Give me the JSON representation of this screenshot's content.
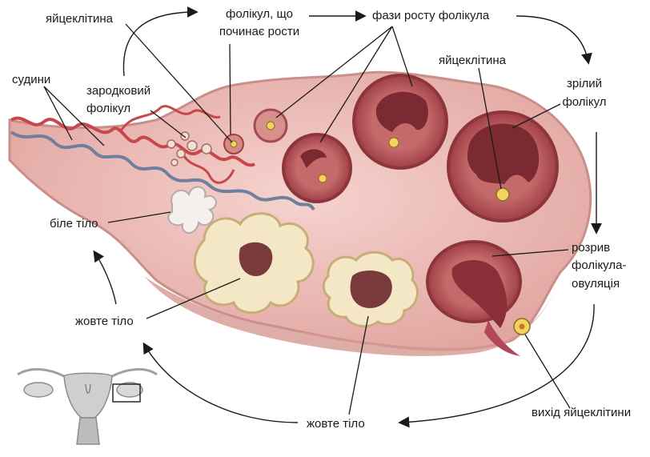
{
  "labels": {
    "egg_top": "яйцеклітина",
    "follicle_start_1": "фолікул, що",
    "follicle_start_2": "починає рости",
    "growth_phases": "фази росту фолікула",
    "vessels": "судини",
    "primordial_1": "зародковий",
    "primordial_2": "фолікул",
    "egg_right": "яйцеклітина",
    "mature_1": "зрілий",
    "mature_2": "фолікул",
    "white_body": "біле тіло",
    "rupture_1": "розрив",
    "rupture_2": "фолікула-",
    "rupture_3": "овуляція",
    "yellow_body_left": "жовте тіло",
    "yellow_body_bottom": "жовте тіло",
    "egg_exit": "вихід яйцеклітини"
  },
  "colors": {
    "ovary_fill": "#ecbcb6",
    "ovary_edge": "#c98f8a",
    "follicle_ring": "#b55b5e",
    "follicle_cavity": "#7a2a30",
    "corpus_luteum": "#f3e7c6",
    "artery": "#c7484a",
    "vein": "#6f7f9d",
    "egg": "#f2d35f"
  }
}
